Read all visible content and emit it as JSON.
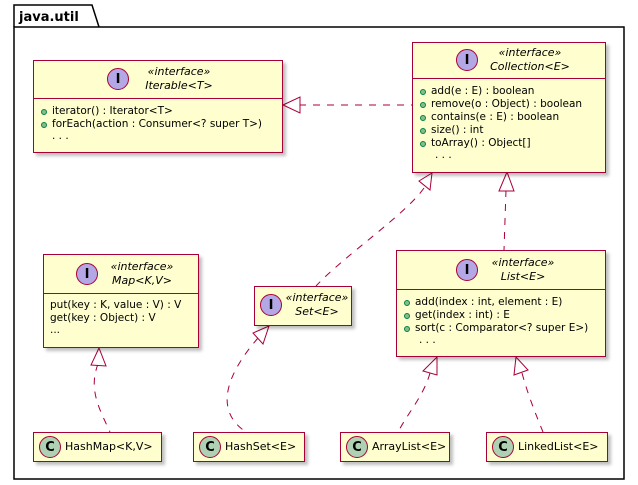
{
  "package": {
    "name": "java.util"
  },
  "iterable": {
    "badge": "I",
    "stereotype": "«interface»",
    "name": "Iterable<T>",
    "members": [
      "iterator() : Iterator<T>",
      "forEach(action : Consumer<? super T>)"
    ],
    "ellipsis": ". . ."
  },
  "collection": {
    "badge": "I",
    "stereotype": "«interface»",
    "name": "Collection<E>",
    "members": [
      "add(e : E) : boolean",
      "remove(o : Object) : boolean",
      "contains(e : E) : boolean",
      "size() : int",
      "toArray() : Object[]"
    ],
    "ellipsis": ". . ."
  },
  "map": {
    "badge": "I",
    "stereotype": "«interface»",
    "name": "Map<K,V>",
    "members": [
      "put(key : K, value : V) : V",
      "get(key : Object) : V"
    ],
    "ellipsis": "..."
  },
  "set": {
    "badge": "I",
    "stereotype": "«interface»",
    "name": "Set<E>"
  },
  "list": {
    "badge": "I",
    "stereotype": "«interface»",
    "name": "List<E>",
    "members": [
      "add(index : int, element : E)",
      "get(index : int) : E",
      "sort(c : Comparator<? super E>)"
    ],
    "ellipsis": ". . ."
  },
  "hashmap": {
    "badge": "C",
    "name": "HashMap<K,V>"
  },
  "hashset": {
    "badge": "C",
    "name": "HashSet<E>"
  },
  "arraylist": {
    "badge": "C",
    "name": "ArrayList<E>"
  },
  "linkedlist": {
    "badge": "C",
    "name": "LinkedList<E>"
  },
  "colors": {
    "box_fill": "#FEFECE",
    "border": "#A80036",
    "interface_badge": "#B4A7E5",
    "class_badge": "#ADD1B2",
    "public_dot": "#84BE84"
  }
}
